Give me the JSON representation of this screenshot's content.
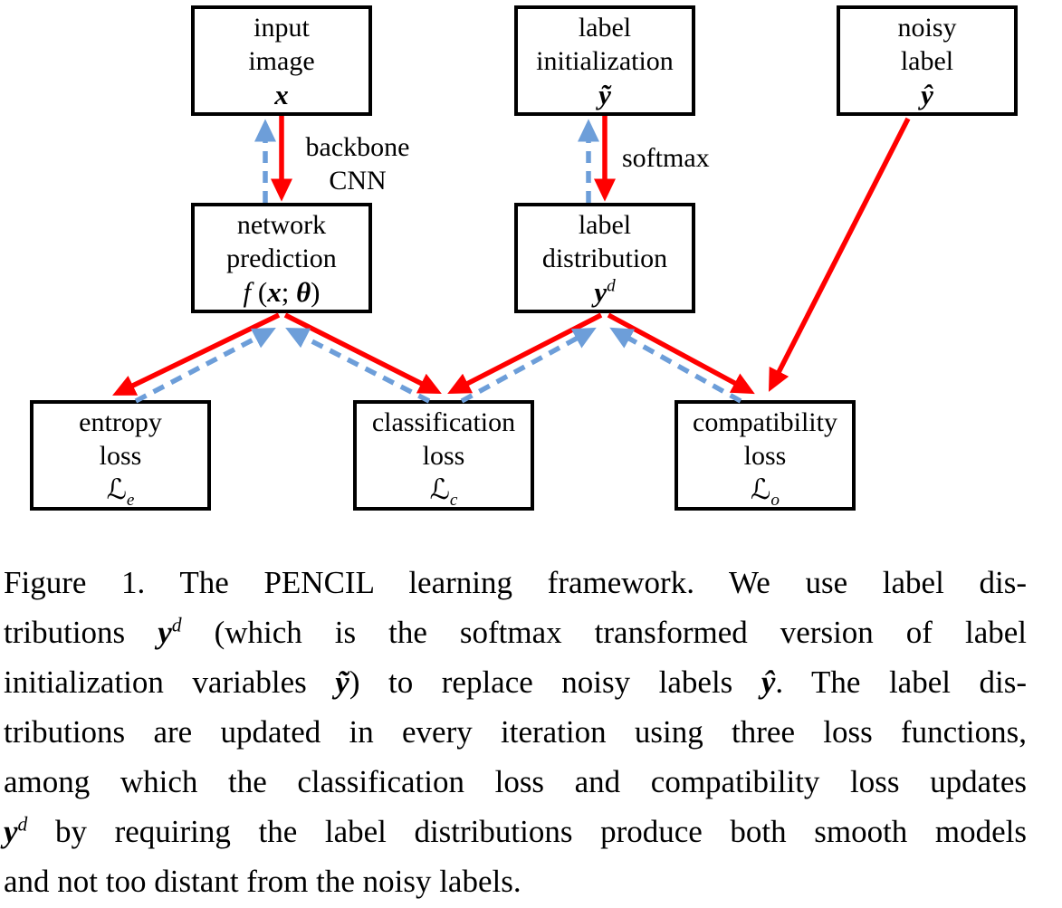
{
  "colors": {
    "arrow_red": "#ff0000",
    "arrow_blue": "#6d9ed9",
    "box_border": "#000000",
    "text_color": "#000000",
    "background": "#ffffff"
  },
  "diagram": {
    "boxes": {
      "input_image": {
        "line1": "input",
        "line2": "image",
        "symbol": [
          {
            "t": "x",
            "s": "bi"
          }
        ]
      },
      "label_initialization": {
        "line1": "label",
        "line2": "initialization",
        "symbol": [
          {
            "t": "ỹ",
            "s": "bi"
          }
        ]
      },
      "noisy_label": {
        "line1": "noisy",
        "line2": "label",
        "symbol": [
          {
            "t": "ŷ",
            "s": "bi"
          }
        ]
      },
      "network_prediction": {
        "line1": "network",
        "line2": "prediction",
        "symbol": [
          {
            "t": "f",
            "s": "i"
          },
          {
            "t": " (",
            "s": "r"
          },
          {
            "t": "x",
            "s": "bi"
          },
          {
            "t": "; ",
            "s": "r"
          },
          {
            "t": "θ",
            "s": "bi"
          },
          {
            "t": ")",
            "s": "r"
          }
        ]
      },
      "label_distribution": {
        "line1": "label",
        "line2": "distribution",
        "symbol": [
          {
            "t": "y",
            "s": "bi"
          },
          {
            "t": "d",
            "s": "supi"
          }
        ]
      },
      "entropy_loss": {
        "line1": "entropy",
        "line2": "loss",
        "symbol": [
          {
            "t": "ℒ",
            "s": "r"
          },
          {
            "t": "e",
            "s": "subi"
          }
        ]
      },
      "classification_loss": {
        "line1": "classification",
        "line2": "loss",
        "symbol": [
          {
            "t": "ℒ",
            "s": "r"
          },
          {
            "t": "c",
            "s": "subi"
          }
        ]
      },
      "compatibility_loss": {
        "line1": "compatibility",
        "line2": "loss",
        "symbol": [
          {
            "t": "ℒ",
            "s": "r"
          },
          {
            "t": "o",
            "s": "subi"
          }
        ]
      }
    },
    "edge_labels": {
      "backbone_cnn_line1": "backbone",
      "backbone_cnn_line2": "CNN",
      "softmax": "softmax"
    }
  },
  "caption": {
    "lines": [
      [
        {
          "t": "Figure 1. The PENCIL learning framework.  We use label dis-"
        }
      ],
      [
        {
          "t": "tributions "
        },
        {
          "t": "y",
          "s": "bi"
        },
        {
          "t": "d",
          "s": "supi"
        },
        {
          "t": " (which is the softmax transformed version of label"
        }
      ],
      [
        {
          "t": "initialization variables "
        },
        {
          "t": "ỹ",
          "s": "bi"
        },
        {
          "t": ") to replace noisy labels "
        },
        {
          "t": "ŷ",
          "s": "bi"
        },
        {
          "t": ". The label dis-"
        }
      ],
      [
        {
          "t": "tributions are updated in every iteration using three loss functions,"
        }
      ],
      [
        {
          "t": "among which the classification loss and compatibility loss updates"
        }
      ],
      [
        {
          "t": "y",
          "s": "bi"
        },
        {
          "t": "d",
          "s": "supi"
        },
        {
          "t": " by requiring the label distributions produce both smooth models"
        }
      ],
      [
        {
          "t": "and not too distant from the noisy labels."
        }
      ]
    ]
  }
}
